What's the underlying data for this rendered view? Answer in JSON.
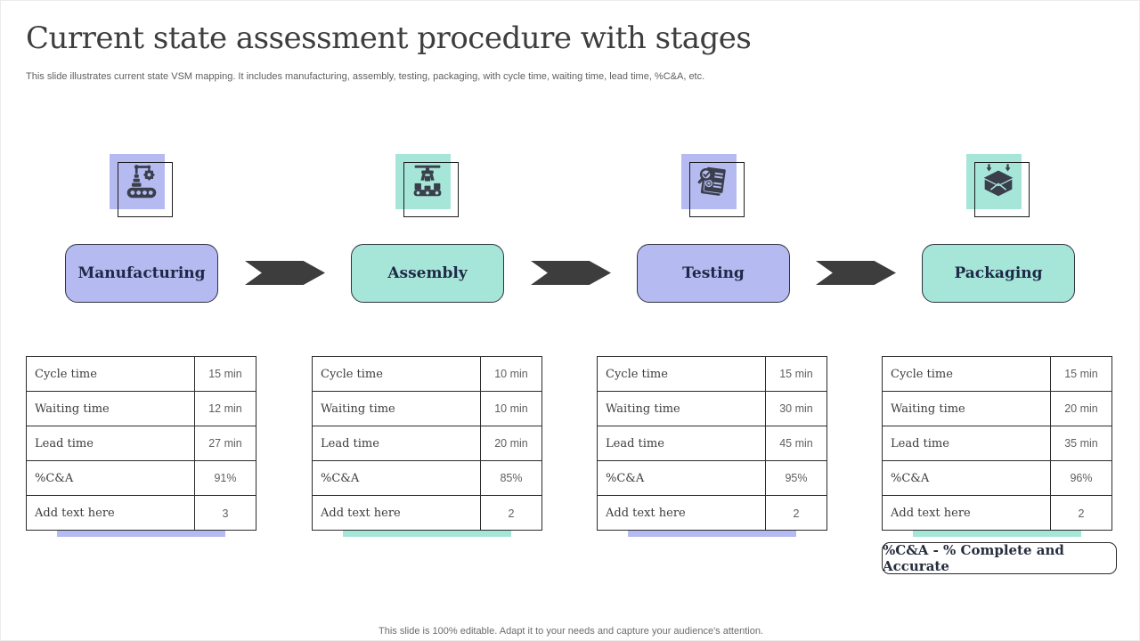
{
  "slide": {
    "title": "Current state assessment procedure with stages",
    "subtitle": "This slide illustrates current state VSM mapping. It includes manufacturing, assembly, testing, packaging, with cycle time, waiting time, lead time, %C&A, etc.",
    "footer": "This slide is 100% editable. Adapt it to your needs and capture your audience's attention.",
    "note_label": "%C&A - % Complete and Accurate"
  },
  "table": {
    "row_labels": [
      "Cycle time",
      "Waiting time",
      "Lead time",
      "%C&A",
      "Add text here"
    ]
  },
  "stages": [
    {
      "label": "Manufacturing",
      "icon": "robotic-arm-conveyor-icon",
      "theme": "periwinkle",
      "values": [
        "15 min",
        "12 min",
        "27 min",
        "91%",
        "3"
      ]
    },
    {
      "label": "Assembly",
      "icon": "assembly-gripper-icon",
      "theme": "teal",
      "values": [
        "10 min",
        "10 min",
        "20 min",
        "85%",
        "2"
      ]
    },
    {
      "label": "Testing",
      "icon": "inspection-checklist-icon",
      "theme": "periwinkle",
      "values": [
        "15 min",
        "30 min",
        "45 min",
        "95%",
        "2"
      ]
    },
    {
      "label": "Packaging",
      "icon": "open-box-packing-icon",
      "theme": "teal",
      "values": [
        "15 min",
        "20 min",
        "35 min",
        "96%",
        "2"
      ]
    }
  ],
  "colors": {
    "periwinkle": "#b5bbf1",
    "teal": "#a6e6d8",
    "arrow_dark": "#3d3d3d",
    "icon_ink": "#3a3f4b",
    "stage_text": "#1e2947",
    "table_border": "#2b2b2b"
  }
}
